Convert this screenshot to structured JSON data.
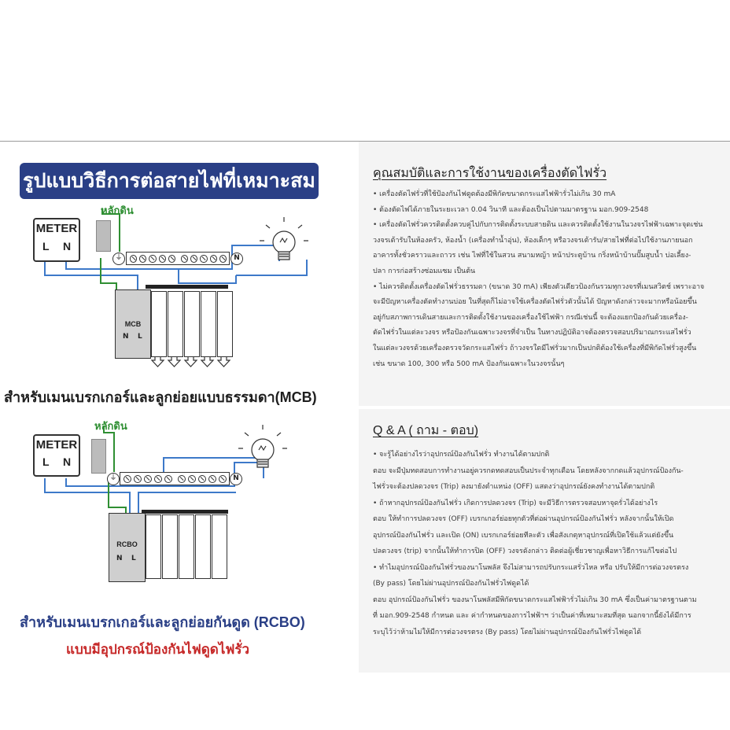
{
  "title": "รูปแบบวิธีการต่อสายไฟที่เหมาะสม",
  "colors": {
    "banner": "#2a3f86",
    "wire": "#3d79c9",
    "ground_wire": "#2f8f33",
    "warning": "#c62828",
    "panel_bg": "#f4f4f4"
  },
  "diagram1": {
    "meter": {
      "title": "METER",
      "l": "L",
      "n": "N"
    },
    "ground_label": "หลักดิน",
    "breaker": {
      "label": "MCB",
      "n": "N",
      "l": "L"
    },
    "n_symbol": "N",
    "caption": "สำหรับเมนเบรกเกอร์และลูกย่อยแบบธรรมดา(MCB)"
  },
  "diagram2": {
    "meter": {
      "title": "METER",
      "l": "L",
      "n": "N"
    },
    "ground_label": "หลักดิน",
    "breaker": {
      "label": "RCBO",
      "n": "N",
      "l": "L"
    },
    "n_symbol": "N",
    "caption": "สำหรับเมนเบรกเกอร์และลูกย่อยกันดูด (RCBO)",
    "caption_red": "แบบมีอุปกรณ์ป้องกันไฟดูดไฟรั่ว"
  },
  "section1": {
    "title": "คุณสมบัติและการใช้งานของเครื่องตัดไฟรั่ว",
    "lines": [
      "• เครื่องตัดไฟรั่วที่ใช้ป้องกันไฟดูดต้องมีพิกัดขนาดกระแสไฟฟ้ารั่วไม่เกิน 30 mA",
      "• ต้องตัดไฟได้ภายในระยะเวลา 0.04 วินาที และต้องเป็นไปตามมาตรฐาน มอก.909-2548",
      "• เครื่องตัดไฟรั่วควรติดตั้งควบคู่ไปกับการติดตั้งระบบสายดิน และควรติดตั้งใช้งานในวงจรไฟฟ้าเฉพาะจุดเช่น",
      "วงจรเต้ารับในห้องครัว, ห้องน้ำ (เครื่องทำน้ำอุ่น), ห้องเด็กๆ หรือวงจรเต้ารับ/สายไฟที่ต่อไปใช้งานภายนอก",
      "อาคารทั้งชั่วคราวและถาวร เช่น ไฟที่ใช้ในสวน สนามหญ้า หน้าประตูบ้าน กริ่งหน้าบ้านปั๊มสูบน้ำ บ่อเลี้ยง-",
      "ปลา การก่อสร้างซ่อมแซม เป็นต้น",
      "• ไม่ควรติดตั้งเครื่องตัดไฟรั่วธรรมดา (ขนาด 30 mA) เพียงตัวเดียวป้องกันรวมทุกวงจรที่เมนสวิตช์ เพราะอาจ",
      "จะมีปัญหาเครื่องตัดทำงานบ่อย ในที่สุดก็ไม่อาจใช้เครื่องตัดไฟรั่วตัวนั้นได้ ปัญหาดังกล่าวจะมากหรือน้อยขึ้น",
      "อยู่กับสภาพการเดินสายและการติดตั้งใช้งานของเครื่องใช้ไฟฟ้า กรณีเช่นนี้ จะต้องแยกป้องกันด้วยเครื่อง-",
      "ตัดไฟรั่วในแต่ละวงจร หรือป้องกันเฉพาะวงจรที่จำเป็น ในทางปฏิบัติอาจต้องตรวจสอบปริมาณกระแสไฟรั่ว",
      "ในแต่ละวงจรด้วยเครื่องตรวจวัดกระแสไฟรั่ว ถ้าวงจรใดมีไฟรั่วมากเป็นปกติต้องใช้เครื่องที่มีพิกัดไฟรั่วสูงขึ้น",
      "เช่น ขนาด 100, 300 หรือ 500 mA ป้องกันเฉพาะในวงจรนั้นๆ"
    ]
  },
  "section2": {
    "title": "Q & A ( ถาม - ตอบ)",
    "lines": [
      "• จะรู้ได้อย่างไรว่าอุปกรณ์ป้องกันไฟรั่ว ทำงานได้ตามปกติ",
      "ตอบ จะมีปุ่มทดสอบการทำงานอยู่ควรกดทดสอบเป็นประจำทุกเดือน โดยหลังจากกดแล้วอุปกรณ์ป้องกัน-",
      "ไฟรั่วจะต้องปลดวงจร (Trip) ลงมายังตำแหน่ง (OFF) แสดงว่าอุปกรณ์ยังคงทำงานได้ตามปกติ",
      "• ถ้าหากอุปกรณ์ป้องกันไฟรั่ว เกิดการปลดวงจร (Trip) จะมีวิธีการตรวจสอบหาจุดรั่วได้อย่างไร",
      "ตอบ ให้ทำการปลดวงจร (OFF) เบรกเกอร์ย่อยทุกตัวที่ต่อผ่านอุปกรณ์ป้องกันไฟรั่ว หลังจากนั้นให้เปิด",
      "อุปกรณ์ป้องกันไฟรั่ว และเปิด (ON) เบรกเกอร์ย่อยทีละตัว เพื่อสังเกตุหาอุปกรณ์ที่เปิดใช้แล้วแต่ยังขึ้น",
      "ปลดวงจร (trip) จากนั้นให้ทำการปิด (OFF) วงจรดังกล่าว ติดต่อผู้เชี่ยวชาญเพื่อหาวิธีการแก้ไขต่อไป",
      "• ทำไมอุปกรณ์ป้องกันไฟรั่วของนาโนพลัส จึงไม่สามารถปรับกระแสรั่วไหล หรือ ปรับให้มีการต่อวงจรตรง",
      "(By pass) โดยไม่ผ่านอุปกรณ์ป้องกันไฟรั่วไฟดูดได้",
      "ตอบ อุปกรณ์ป้องกันไฟรั่ว ของนาโนพลัสมีพิกัดขนาดกระแสไฟฟ้ารั่วไม่เกิน 30 mA ซึ่งเป็นค่ามาตรฐานตาม",
      "ที่ มอก.909-2548 กำหนด และ ค่ากำหนดของการไฟฟ้าฯ ว่าเป็นค่าที่เหมาะสมที่สุด นอกจากนี้ยังได้มีการ",
      "ระบุไว้ว่าห้ามไม่ให้มีการต่อวงจรตรง (By pass) โดยไม่ผ่านอุปกรณ์ป้องกันไฟรั่วไฟดูดได้"
    ]
  }
}
